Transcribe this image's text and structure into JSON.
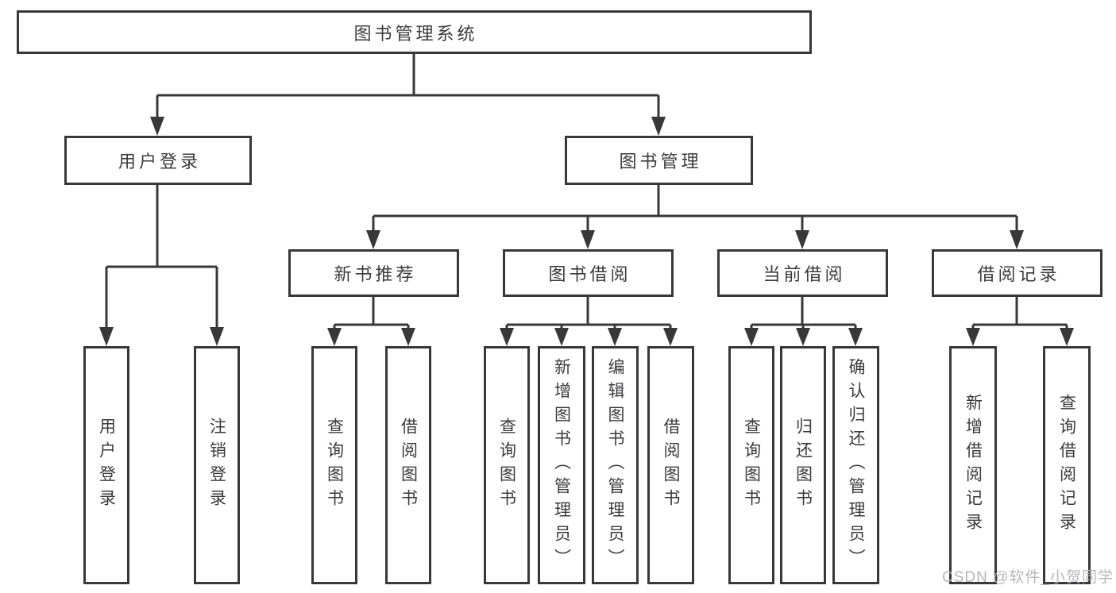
{
  "tree": {
    "root": {
      "label": "图书管理系统"
    },
    "branches": [
      {
        "label": "用户登录",
        "children": [
          {
            "label": "用户登录"
          },
          {
            "label": "注销登录"
          }
        ]
      },
      {
        "label": "图书管理",
        "children": [
          {
            "label": "新书推荐",
            "children": [
              {
                "label": "查询图书"
              },
              {
                "label": "借阅图书"
              }
            ]
          },
          {
            "label": "图书借阅",
            "children": [
              {
                "label": "查询图书"
              },
              {
                "label": "新增图书（管理员）"
              },
              {
                "label": "编辑图书（管理员）"
              },
              {
                "label": "借阅图书"
              }
            ]
          },
          {
            "label": "当前借阅",
            "children": [
              {
                "label": "查询图书"
              },
              {
                "label": "归还图书"
              },
              {
                "label": "确认归还（管理员）"
              }
            ]
          },
          {
            "label": "借阅记录",
            "children": [
              {
                "label": "新增借阅记录"
              },
              {
                "label": "查询借阅记录"
              }
            ]
          }
        ]
      }
    ]
  },
  "watermark": "CSDN @软件_小贺同学",
  "colors": {
    "line": "#38383a",
    "text": "#3b3b3e",
    "background": "#ffffff",
    "watermark": "#b2b2b8"
  }
}
